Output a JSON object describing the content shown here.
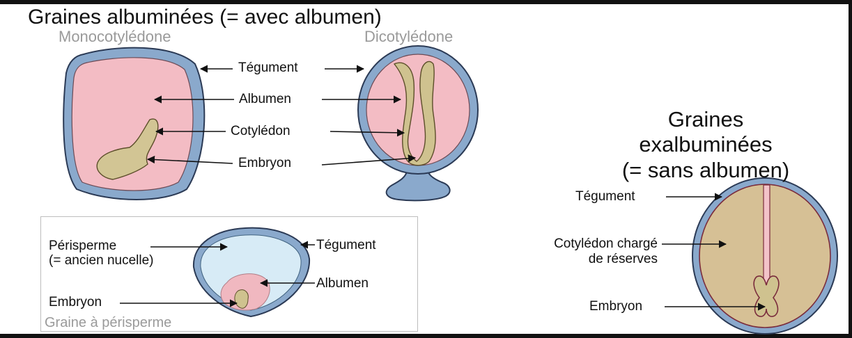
{
  "colors": {
    "tegument": "#8aa9cc",
    "albumen": "#f3bcc4",
    "embryo": "#cfc28f",
    "cotyledon": "#d6c095",
    "perisperm": "#d7ebf6",
    "line": "#111111"
  },
  "top": {
    "title": "Graines albuminées (= avec albumen)",
    "mono_label": "Monocotylédone",
    "dico_label": "Dicotylédone",
    "callouts": {
      "tegument": "Tégument",
      "albumen": "Albumen",
      "cotyledon": "Cotylédon",
      "embryo": "Embryon"
    }
  },
  "perisperm": {
    "caption": "Graine à périsperme",
    "perisperm_line1": "Périsperme",
    "perisperm_line2": "(= ancien nucelle)",
    "tegument": "Tégument",
    "albumen": "Albumen",
    "embryo": "Embryon"
  },
  "exalb": {
    "title_line1": "Graines",
    "title_line2": "exalbuminées",
    "title_line3": "(= sans albumen)",
    "tegument": "Tégument",
    "cotyledon_line1": "Cotylédon chargé",
    "cotyledon_line2": "de réserves",
    "embryo": "Embryon"
  }
}
